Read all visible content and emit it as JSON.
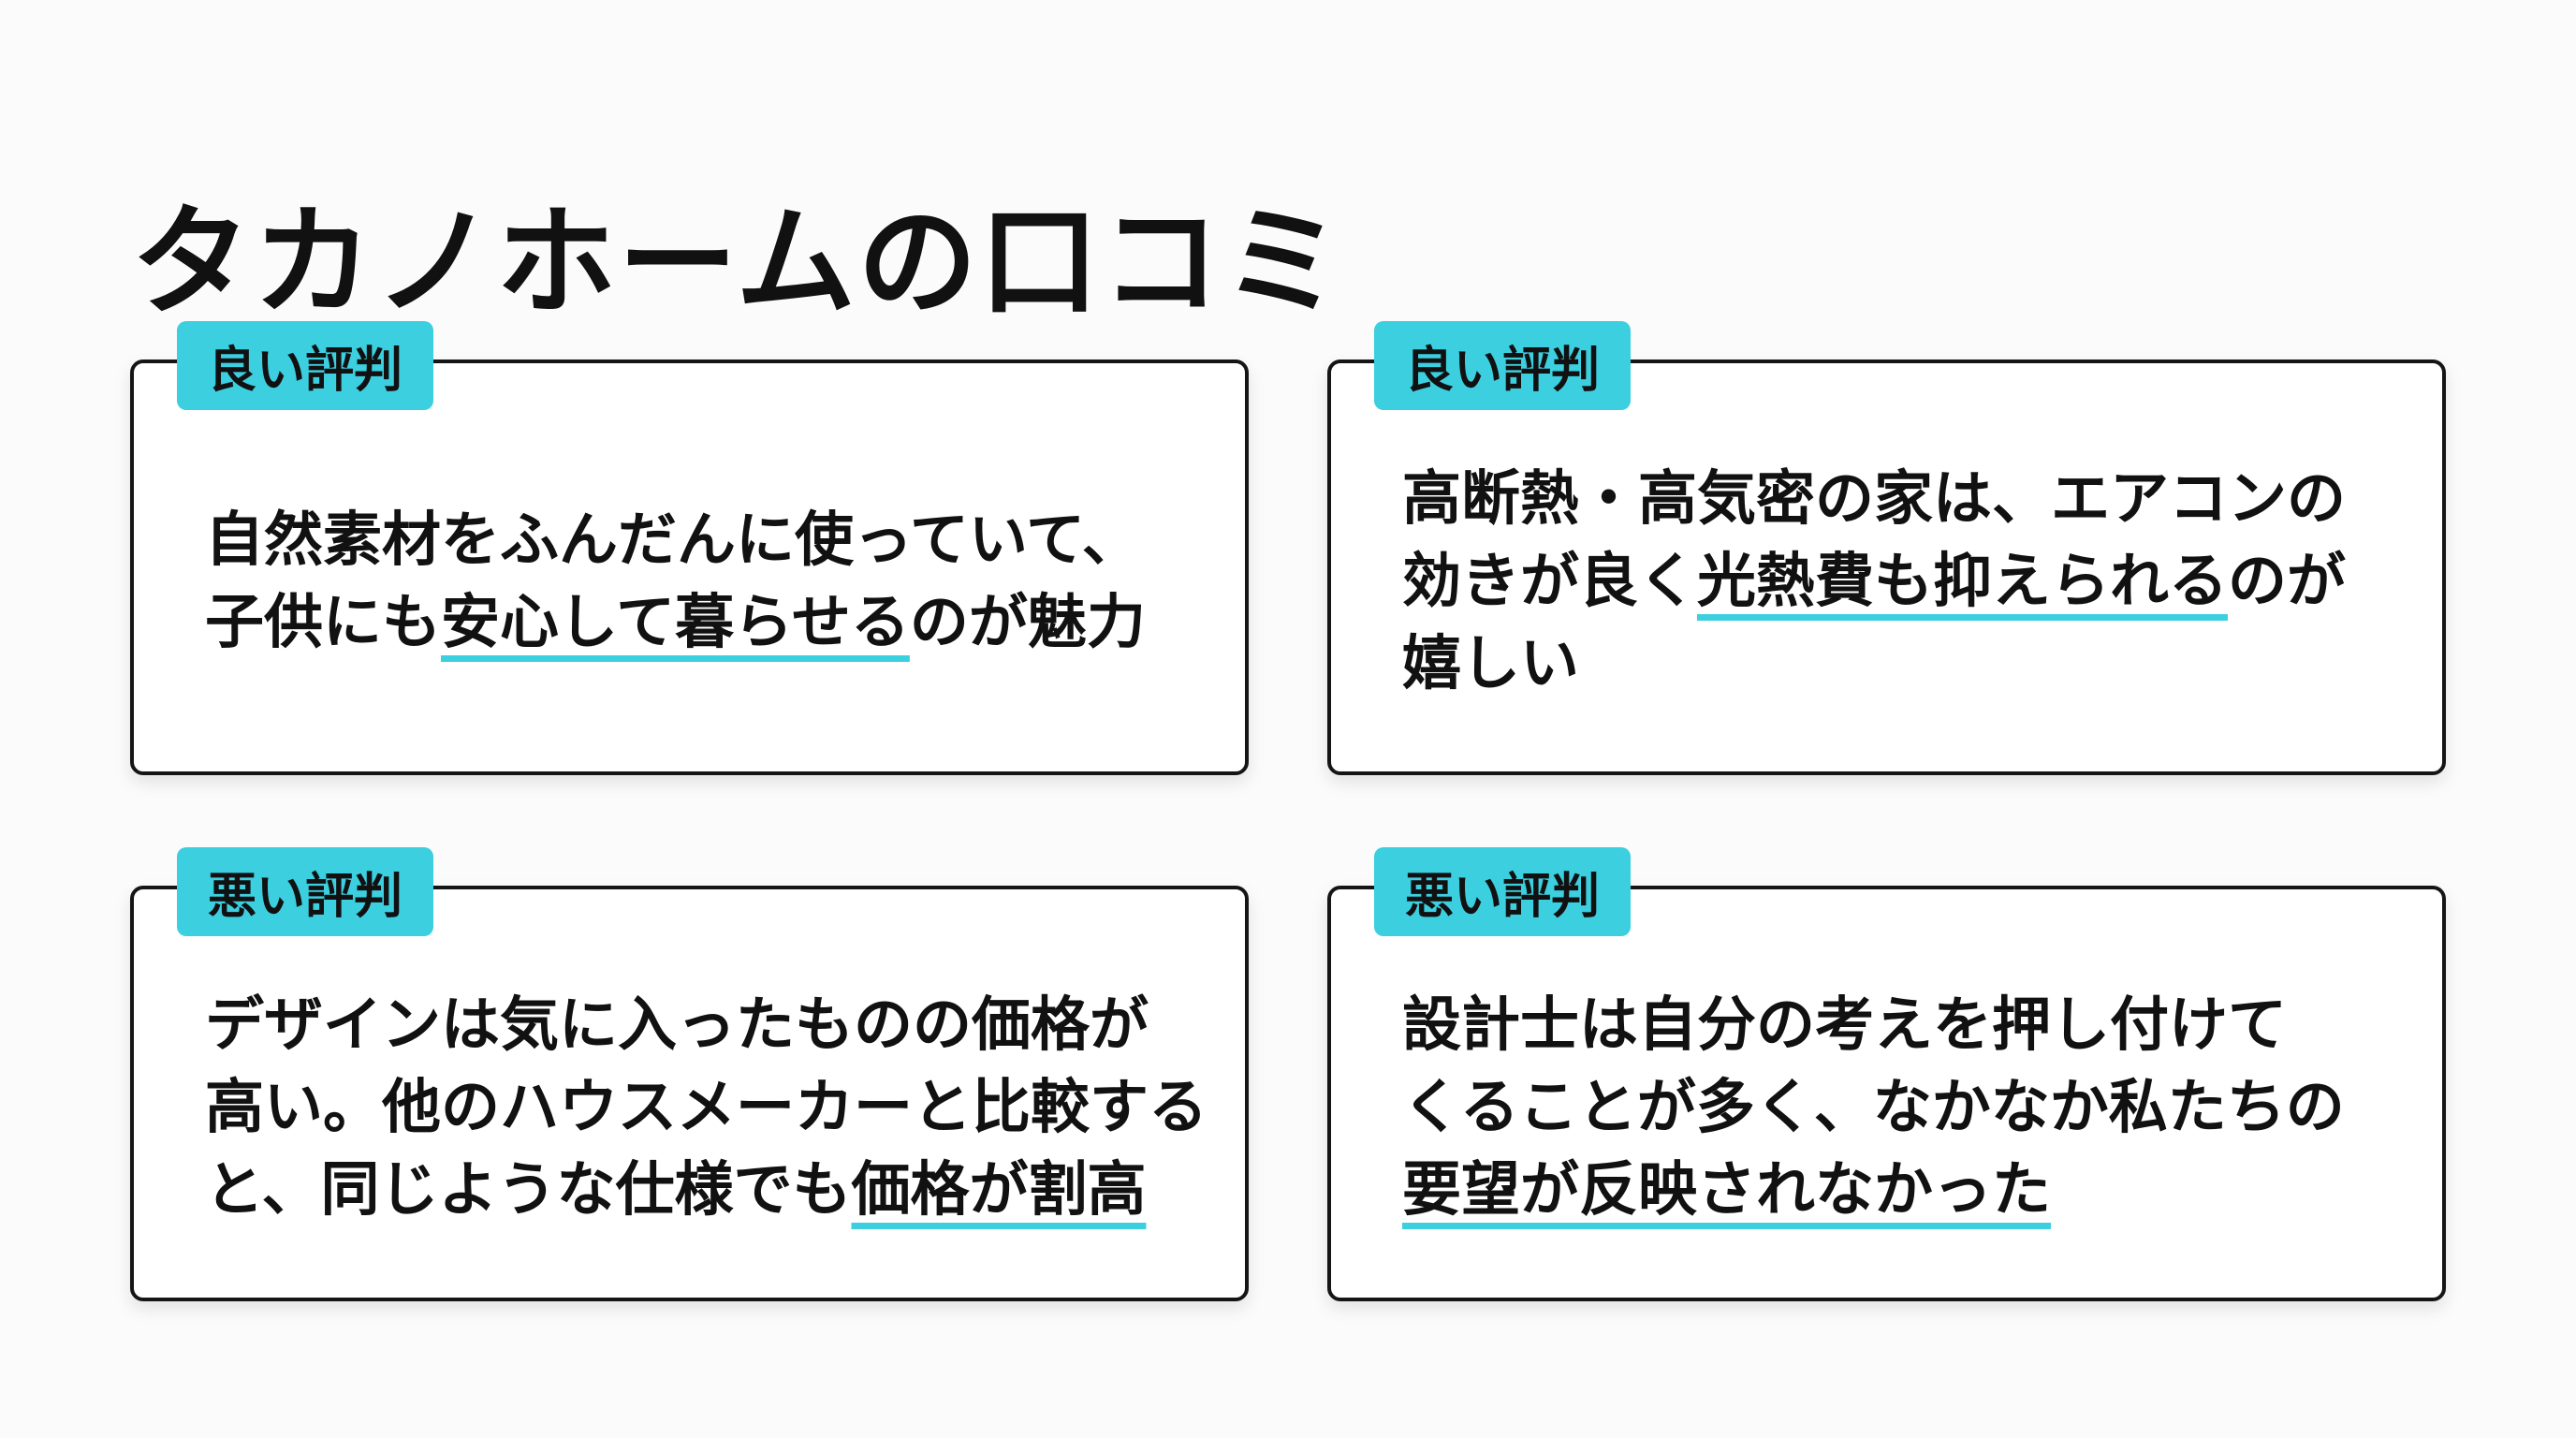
{
  "title": "タカノホームの口コミ",
  "colors": {
    "accent": "#3ccfe0",
    "text": "#111111"
  },
  "cards": [
    {
      "badge": "良い評判",
      "lines": [
        {
          "pre": "自然素材をふんだんに使っていて、",
          "hl": "",
          "post": ""
        },
        {
          "pre": "子供にも",
          "hl": "安心して暮らせる",
          "post": "のが魅力"
        }
      ]
    },
    {
      "badge": "良い評判",
      "lines": [
        {
          "pre": "高断熱・高気密の家は、エアコンの",
          "hl": "",
          "post": ""
        },
        {
          "pre": "効きが良く",
          "hl": "光熱費も抑えられる",
          "post": "のが"
        },
        {
          "pre": "嬉しい",
          "hl": "",
          "post": ""
        }
      ]
    },
    {
      "badge": "悪い評判",
      "lines": [
        {
          "pre": "デザインは気に入ったものの価格が",
          "hl": "",
          "post": ""
        },
        {
          "pre": "高い。他のハウスメーカーと比較する",
          "hl": "",
          "post": ""
        },
        {
          "pre": "と、同じような仕様でも",
          "hl": "価格が割高",
          "post": ""
        }
      ]
    },
    {
      "badge": "悪い評判",
      "lines": [
        {
          "pre": "設計士は自分の考えを押し付けて",
          "hl": "",
          "post": ""
        },
        {
          "pre": "くることが多く、なかなか私たちの",
          "hl": "",
          "post": ""
        },
        {
          "pre": "",
          "hl": "要望が反映されなかった",
          "post": ""
        }
      ]
    }
  ]
}
